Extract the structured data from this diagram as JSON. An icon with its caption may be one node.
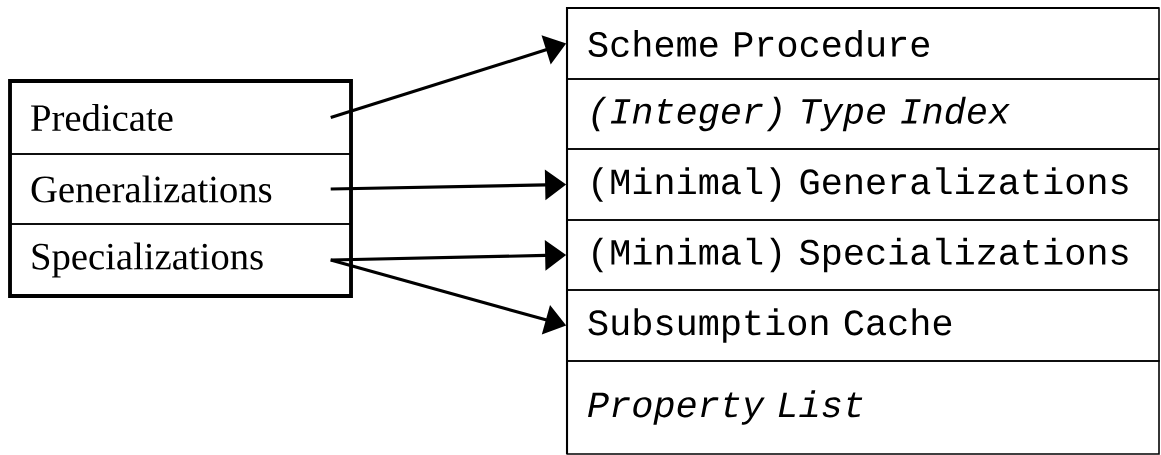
{
  "diagram": {
    "nodes": [
      {
        "text": [
          "Predicate"
        ]
      },
      {
        "text": [
          "Generalizations"
        ]
      },
      {
        "text": [
          "Specializations"
        ]
      },
      {
        "text": [
          "Scheme Procedure"
        ]
      },
      {
        "text": [
          "(Integer) Type Index"
        ]
      },
      {
        "text": [
          "(Minimal) Generalizations"
        ]
      },
      {
        "text": [
          "(Minimal) Specializations"
        ]
      },
      {
        "text": [
          "Subsumption Cache"
        ]
      },
      {
        "text": [
          "Property List"
        ]
      }
    ],
    "edges": [
      {
        "from": 0,
        "to": 3,
        "arrow": "to"
      },
      {
        "from": 1,
        "to": 5,
        "arrow": "to"
      },
      {
        "from": 2,
        "to": 6,
        "arrow": "to"
      },
      {
        "from": 2,
        "to": 7,
        "arrow": "to"
      }
    ]
  }
}
